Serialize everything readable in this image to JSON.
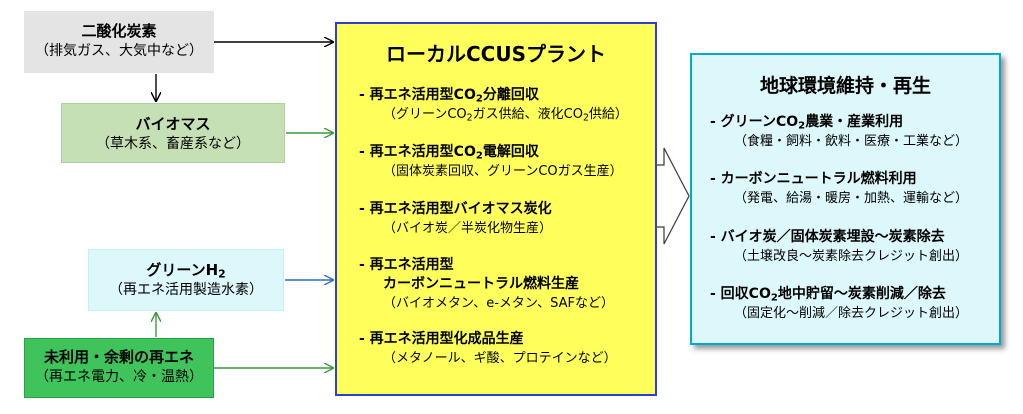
{
  "sources": {
    "co2": {
      "title": "二酸化炭素",
      "sub": "（排気ガス、大気中など）"
    },
    "biomass": {
      "title": "バイオマス",
      "sub": "（草木系、畜産系など）"
    },
    "h2": {
      "title_main": "グリーンH",
      "title_sub": "2",
      "sub": "（再エネ活用製造水素）"
    },
    "renew": {
      "title": "未利用・余剰の再エネ",
      "sub": "（再エネ電力、冷・温熱）"
    }
  },
  "plant": {
    "title": "ローカルCCUSプラント",
    "items": [
      {
        "title_a": "- 再エネ活用型CO",
        "title_sub": "2",
        "title_b": "分離回収",
        "sub_a": "（グリーンCO",
        "sub_sub1": "2",
        "sub_b": "ガス供給、液化CO",
        "sub_sub2": "2",
        "sub_c": "供給）"
      },
      {
        "title_a": "- 再エネ活用型CO",
        "title_sub": "2",
        "title_b": "電解回収",
        "sub": "（固体炭素回収、グリーンCOガス生産）"
      },
      {
        "title": "- 再エネ活用型バイオマス炭化",
        "sub": "（バイオ炭／半炭化物生産）"
      },
      {
        "title": "- 再エネ活用型",
        "title2": "カーボンニュートラル燃料生産",
        "sub": "（バイオメタン、e-メタン、SAFなど）"
      },
      {
        "title": "- 再エネ活用型化成品生産",
        "sub": "（メタノール、ギ酸、プロテインなど）"
      }
    ]
  },
  "earth": {
    "title": "地球環境維持・再生",
    "items": [
      {
        "title_a": "- グリーンCO",
        "title_sub": "2",
        "title_b": "農業・産業利用",
        "sub": "（食糧・飼料・飲料・医療・工業など）"
      },
      {
        "title": "- カーボンニュートラル燃料利用",
        "sub": "（発電、給湯・暖房・加熱、運輸など）"
      },
      {
        "title": "- バイオ炭／固体炭素埋設～炭素除去",
        "sub": "（土壌改良～炭素除去クレジット創出）"
      },
      {
        "title_a": "- 回収CO",
        "title_sub": "2",
        "title_b": "地中貯留～炭素削減／除去",
        "sub": "（固定化～削減／除去クレジット創出）"
      }
    ]
  },
  "colors": {
    "black_arrow": "#000000",
    "green_arrow": "#3a9a3a",
    "blue_arrow": "#2e6fb5",
    "plant_fill": "#ffff5b",
    "earth_border": "#00a9cf"
  }
}
